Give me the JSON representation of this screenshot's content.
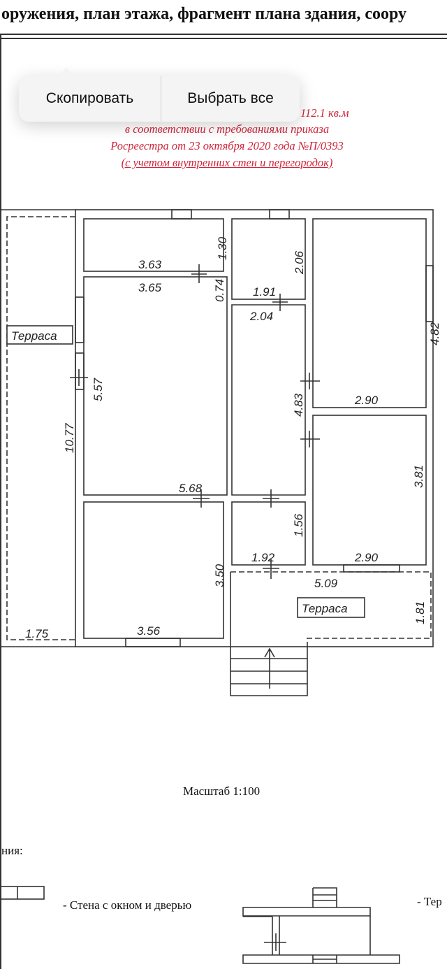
{
  "document": {
    "title": "оружения, план этажа, фрагмент плана здания, соору",
    "area_value": "112.1  кв.м",
    "note_line1": "в соответствии с требованиями приказа",
    "note_line2": "Росреестра  от 23 октября 2020 года №П/0393",
    "note_line3": "(с учетом внутренних стен и перегородок)",
    "scale": "Масштаб 1:100",
    "legend_heading": "ния:",
    "legend_wall": "- Стена с окном и дверью",
    "legend_terrace": "- Тер"
  },
  "context_menu": {
    "copy": "Скопировать",
    "select_all": "Выбрать все"
  },
  "plan": {
    "terrace_left": "Терраса",
    "terrace_bottom": "Терраса",
    "dims": {
      "d363": "3.63",
      "d365": "3.65",
      "d130": "1.30",
      "d074": "0.74",
      "d206": "2.06",
      "d191": "1.91",
      "d204": "2.04",
      "d482": "4.82",
      "d557": "5.57",
      "d1077": "10.77",
      "d483": "4.83",
      "d290a": "2.90",
      "d381": "3.81",
      "d568": "5.68",
      "d156": "1.56",
      "d192": "1.92",
      "d290b": "2.90",
      "d350": "3.50",
      "d509": "5.09",
      "d181": "1.81",
      "d175": "1.75",
      "d356": "3.56"
    }
  }
}
